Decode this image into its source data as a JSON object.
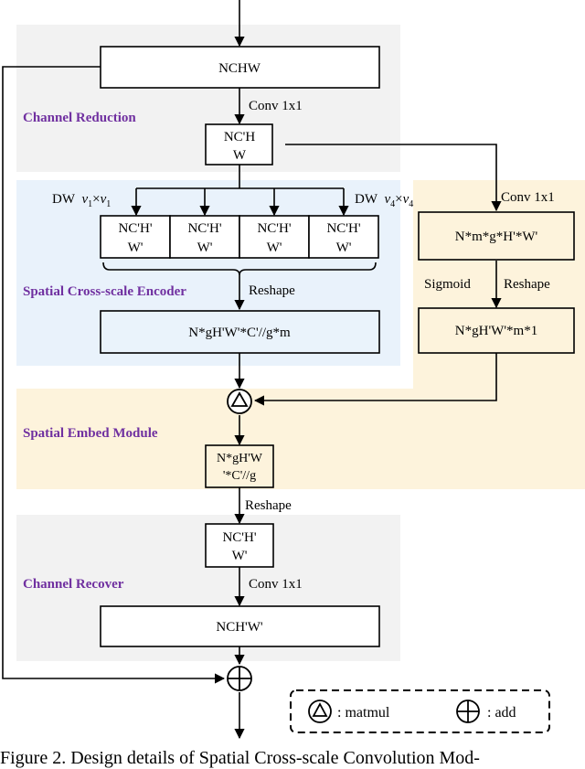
{
  "regions": {
    "channel_reduction": "Channel Reduction",
    "spatial_encoder": "Spatial Cross-scale Encoder",
    "spatial_embed": "Spatial Embed Module",
    "channel_recover": "Channel Recover"
  },
  "nodes": {
    "input": "NCHW",
    "reduced": [
      "NC'H",
      "W"
    ],
    "dw": [
      [
        "NC'H'",
        "W'"
      ],
      [
        "NC'H'",
        "W'"
      ],
      [
        "NC'H'",
        "W'"
      ],
      [
        "NC'H'",
        "W'"
      ]
    ],
    "encoder_out": "N*gH'W'*C'//g*m",
    "attn_conv": "N*m*g*H'*W'",
    "attn_reshaped": "N*gH'W'*m*1",
    "embed": [
      "N*gH'W",
      "'*C'//g"
    ],
    "recover_in": [
      "NC'H'",
      "W'"
    ],
    "output": "NCH'W'"
  },
  "edges": {
    "conv1": "Conv 1x1",
    "conv2": "Conv 1x1",
    "conv3": "Conv 1x1",
    "dw_first": "DW",
    "dw_last": "DW",
    "reshape1": "Reshape",
    "reshape2": "Reshape",
    "reshape3": "Reshape",
    "sigmoid": "Sigmoid"
  },
  "legend": {
    "matmul": ": matmul",
    "add": ": add"
  },
  "caption": "Figure 2. Design details of Spatial Cross-scale Convolution Mod-",
  "colors": {
    "gray_region": "#f2f2f2",
    "blue_region": "#e9f2fb",
    "yellow_region": "#fdf3dc",
    "label": "#7030a0"
  }
}
